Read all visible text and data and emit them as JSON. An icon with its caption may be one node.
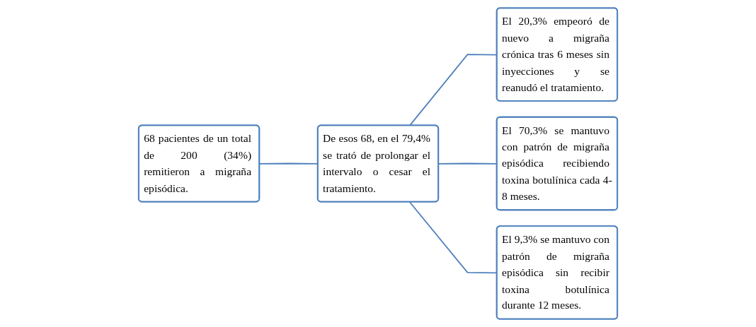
{
  "diagram": {
    "nodes": [
      {
        "text": [
          "68 pacientes de un total de 200 (34%) remitieron a migraña episódica."
        ]
      },
      {
        "text": [
          "De esos 68, en el 79,4% se trató de prolongar el intervalo o cesar el tratamiento."
        ]
      },
      {
        "text": [
          "El 20,3% empeoró de nuevo a migraña crónica tras 6 meses sin inyecciones y se reanudó el tratamiento."
        ]
      },
      {
        "text": [
          "El 70,3% se mantuvo con patrón de migraña episódica recibiendo toxina botulínica cada 4-8 meses."
        ]
      },
      {
        "text": [
          "El 9,3% se mantuvo con patrón de migraña episódica sin recibir toxina botulínica durante 12 meses."
        ]
      }
    ],
    "edges": [
      {
        "from": 0,
        "to": 1,
        "arrow": "none"
      },
      {
        "from": 1,
        "to": 2,
        "arrow": "none"
      },
      {
        "from": 1,
        "to": 3,
        "arrow": "none"
      },
      {
        "from": 1,
        "to": 4,
        "arrow": "none"
      }
    ]
  }
}
